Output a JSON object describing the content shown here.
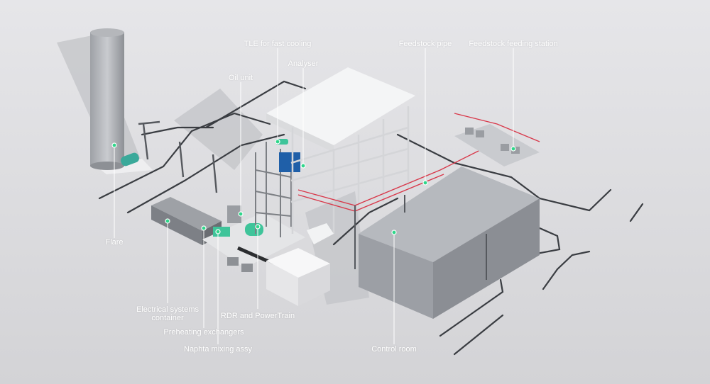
{
  "labels": {
    "tle": "TLE for fast cooling",
    "analyser": "Analyser",
    "oil_unit": "Oil unit",
    "feedstock_pipe": "Feedstock pipe",
    "feeding_station": "Feedstock feeding station",
    "flare": "Flare",
    "electrical": "Electrical systems container",
    "preheating": "Preheating exchangers",
    "naphta": "Naphta mixing assy",
    "rdr": "RDR and PowerTrain",
    "control_room": "Control room"
  },
  "colors": {
    "background": "#dcdcdf",
    "pipe_dark": "#3a3d42",
    "pipe_red": "#d8384a",
    "accent_teal": "#3fc49a",
    "analyser_blue": "#1f5fa8",
    "structure_white": "#f4f5f6",
    "building_grey": "#a7aab0",
    "leader_line": "#ffffff",
    "leader_dot": "#2fd68a"
  }
}
